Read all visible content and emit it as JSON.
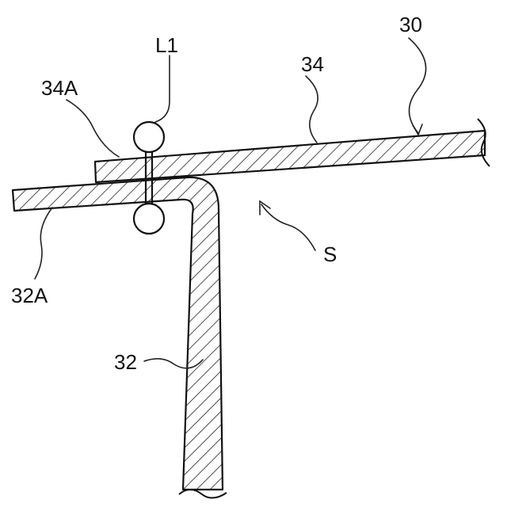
{
  "labels": {
    "assembly": "30",
    "upper_plate": "34",
    "upper_plate_end": "34A",
    "fastener": "L1",
    "lower_plate_end": "32A",
    "lower_plate": "32",
    "gap": "S"
  }
}
